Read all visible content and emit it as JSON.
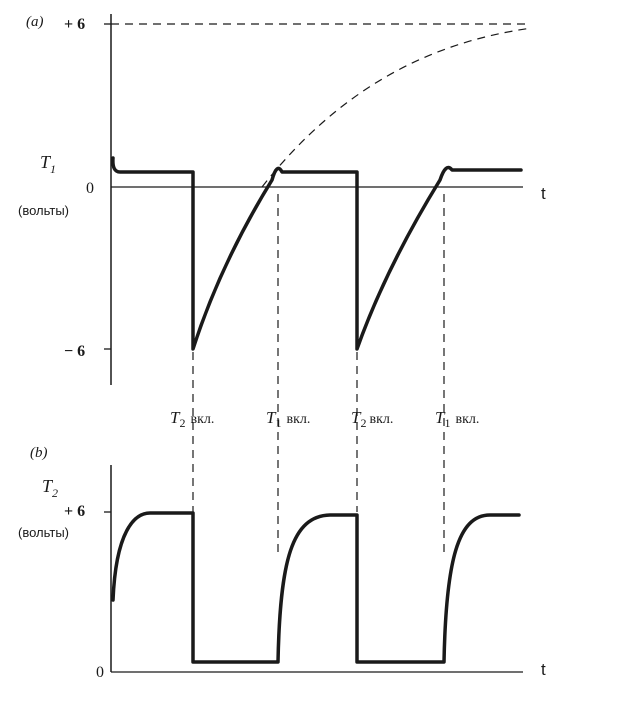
{
  "panel_a": {
    "tag": "(a)",
    "y_top_label": "+ 6",
    "y_zero_label": "0",
    "y_bottom_label": "− 6",
    "signal_main": "T",
    "signal_sub": "1",
    "unit_label": "(вольты)",
    "t_label": "t"
  },
  "events": [
    {
      "main": "T",
      "sub": "2",
      "suffix": "вкл."
    },
    {
      "main": "T",
      "sub": "1",
      "suffix": "вкл."
    },
    {
      "main": "T",
      "sub": "2",
      "suffix": "вкл."
    },
    {
      "main": "T",
      "sub": "1",
      "suffix": "вкл."
    }
  ],
  "panel_b": {
    "tag": "(b)",
    "y_top_label": "+ 6",
    "y_zero_label": "0",
    "signal_main": "T",
    "signal_sub": "2",
    "unit_label": "(вольты)",
    "t_label": "t"
  },
  "colors": {
    "ink": "#1a1a1a",
    "background": "#ffffff"
  }
}
